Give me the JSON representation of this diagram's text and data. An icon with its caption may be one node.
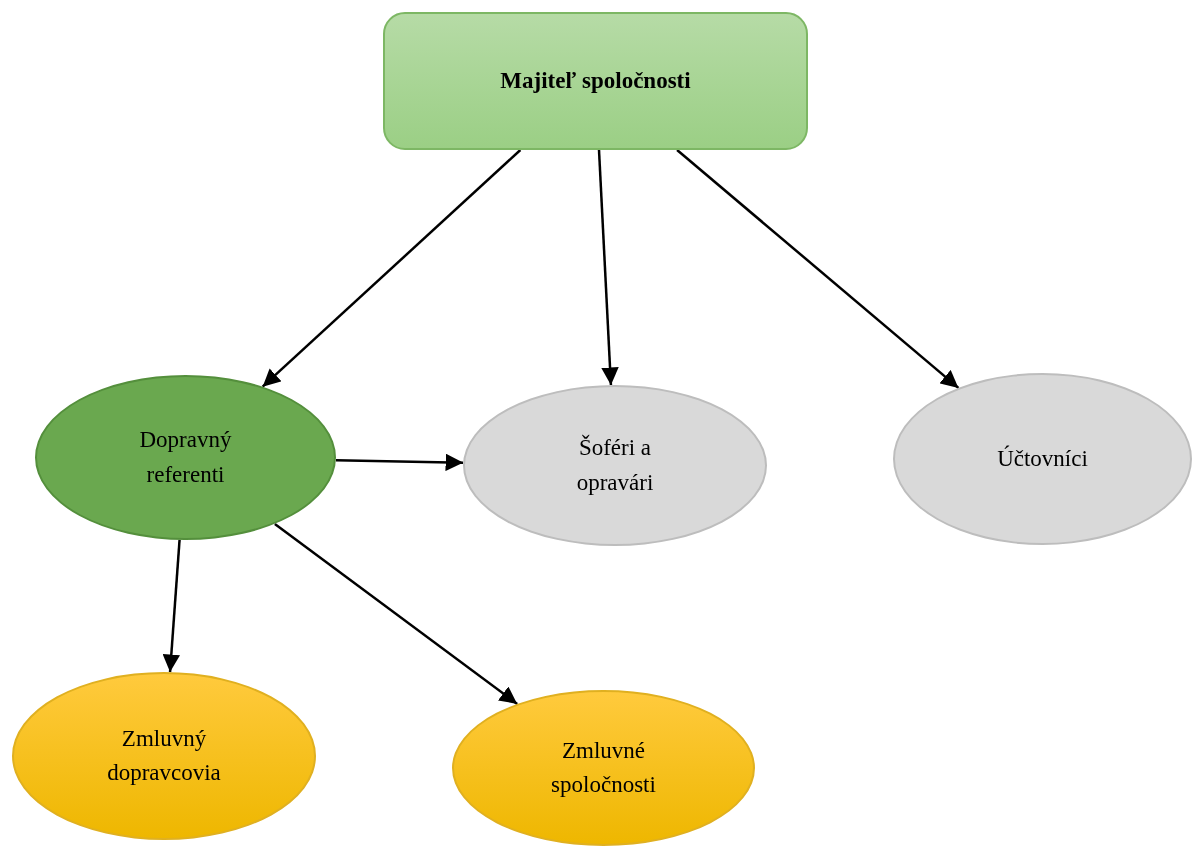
{
  "diagram": {
    "nodes": [
      {
        "text": [
          "Majiteľ spoločnosti"
        ]
      },
      {
        "text": [
          "Dopravný referenti"
        ]
      },
      {
        "text": [
          "Šoféri a opravári"
        ]
      },
      {
        "text": [
          "Účtovníci"
        ]
      },
      {
        "text": [
          "Zmluvný dopravcovia"
        ]
      },
      {
        "text": [
          "Zmluvné spoločnosti"
        ]
      }
    ],
    "edges": [
      {
        "from": 0,
        "to": 1,
        "arrow": "to"
      },
      {
        "from": 0,
        "to": 2,
        "arrow": "to"
      },
      {
        "from": 0,
        "to": 3,
        "arrow": "to"
      },
      {
        "from": 1,
        "to": 2,
        "arrow": "to"
      },
      {
        "from": 1,
        "to": 4,
        "arrow": "to"
      },
      {
        "from": 1,
        "to": 5,
        "arrow": "to"
      }
    ]
  }
}
